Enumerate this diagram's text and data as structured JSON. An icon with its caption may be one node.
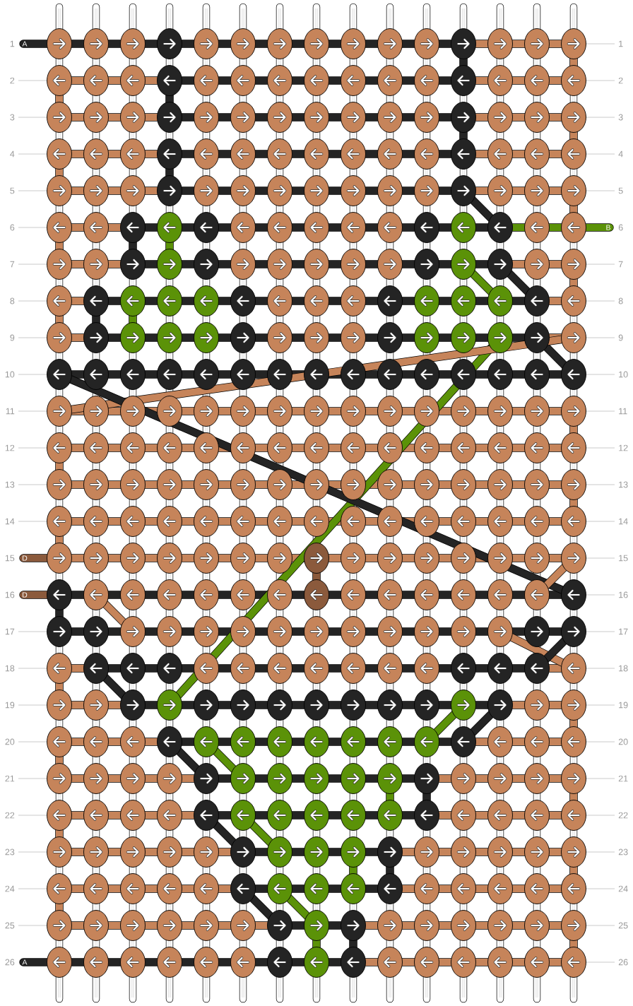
{
  "diagram": {
    "labels": [
      "1",
      "A",
      "1",
      "2",
      "2",
      "3",
      "3",
      "4",
      "4",
      "5",
      "5",
      "6",
      "B",
      "6",
      "7",
      "7",
      "8",
      "8",
      "9",
      "9",
      "10",
      "10",
      "11",
      "11",
      "12",
      "12",
      "13",
      "13",
      "14",
      "14",
      "15",
      "D",
      "15",
      "16",
      "D",
      "16",
      "17",
      "17",
      "18",
      "18",
      "19",
      "19",
      "20",
      "20",
      "21",
      "21",
      "22",
      "22",
      "23",
      "23",
      "24",
      "24",
      "25",
      "25",
      "26",
      "A",
      "26"
    ]
  }
}
